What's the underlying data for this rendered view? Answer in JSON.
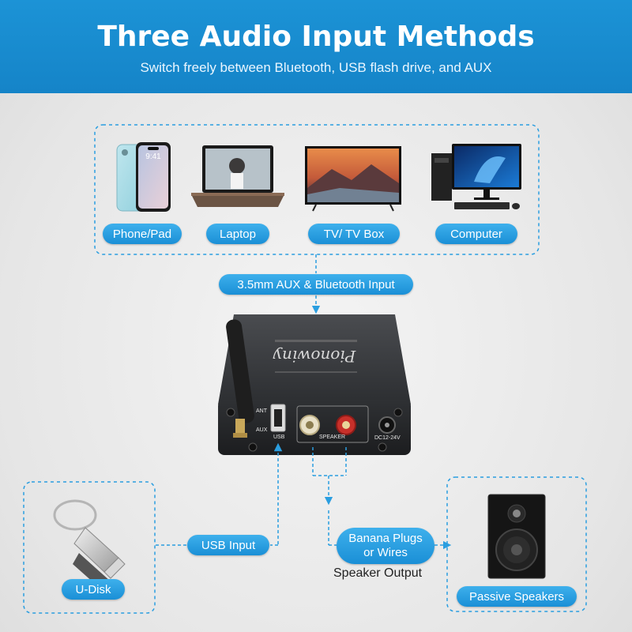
{
  "header": {
    "title": "Three Audio Input Methods",
    "subtitle": "Switch freely between Bluetooth, USB flash drive, and AUX"
  },
  "devices": [
    {
      "label": "Phone/Pad",
      "icon": "phone-icon"
    },
    {
      "label": "Laptop",
      "icon": "laptop-icon"
    },
    {
      "label": "TV/ TV Box",
      "icon": "tv-icon"
    },
    {
      "label": "Computer",
      "icon": "computer-icon"
    }
  ],
  "phone_time": "9:41",
  "aux_bluetooth_label": "3.5mm AUX & Bluetooth Input",
  "amplifier": {
    "brand": "Pionowiny",
    "ports": {
      "ant": "ANT",
      "aux": "AUX",
      "usb": "USB",
      "speaker": "SPEAKER",
      "dc": "DC12-24V"
    }
  },
  "usb_input_label": "USB Input",
  "udisk_label": "U-Disk",
  "banana_label_line1": "Banana Plugs",
  "banana_label_line2": "or Wires",
  "speaker_output_label": "Speaker Output",
  "passive_speakers_label": "Passive Speakers",
  "colors": {
    "accent": "#1a8fd6",
    "header": "#1c93d6",
    "dashed_line": "#2a9ee0"
  }
}
